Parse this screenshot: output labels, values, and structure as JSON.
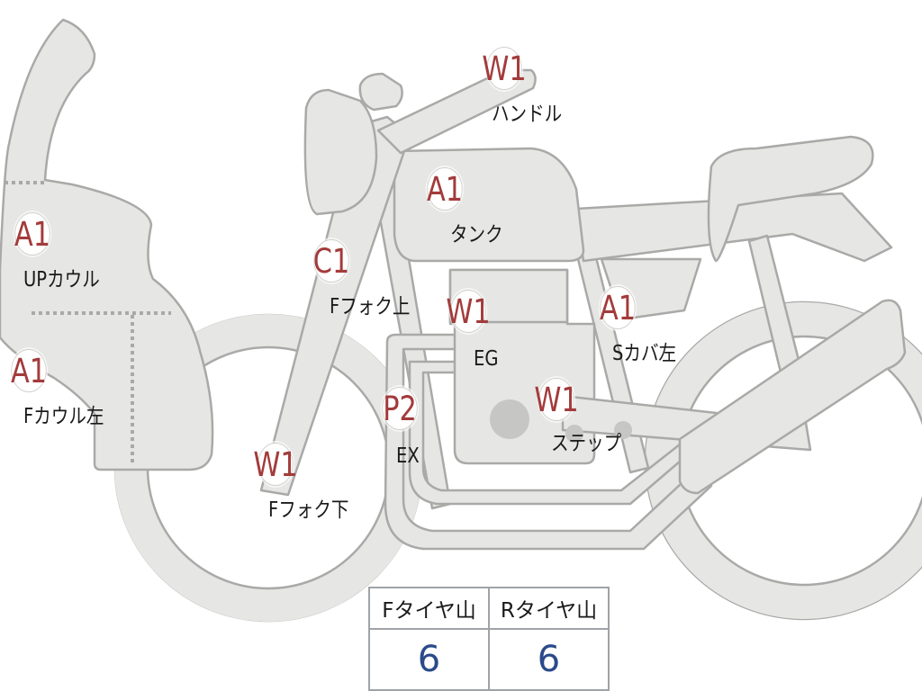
{
  "parts": [
    {
      "id": "handle",
      "code": "W1",
      "label": "ハンドル"
    },
    {
      "id": "tank",
      "code": "A1",
      "label": "タンク"
    },
    {
      "id": "upcowl",
      "code": "A1",
      "label": "UPカウル"
    },
    {
      "id": "fforkup",
      "code": "C1",
      "label": "Fフォク上"
    },
    {
      "id": "eg",
      "code": "W1",
      "label": "EG"
    },
    {
      "id": "scover",
      "code": "A1",
      "label": "Sカバ左"
    },
    {
      "id": "fcowl",
      "code": "A1",
      "label": "Fカウル左"
    },
    {
      "id": "ex",
      "code": "P2",
      "label": "EX"
    },
    {
      "id": "step",
      "code": "W1",
      "label": "ステップ"
    },
    {
      "id": "fforkdn",
      "code": "W1",
      "label": "Fフォク下"
    }
  ],
  "tires": {
    "front": {
      "header": "Fタイヤ山",
      "value": "6"
    },
    "rear": {
      "header": "Rタイヤ山",
      "value": "6"
    }
  },
  "colors": {
    "badge_text": "#a33b3b",
    "tire_value": "#2a4a8a",
    "body_fill": "#e6e6e4"
  }
}
